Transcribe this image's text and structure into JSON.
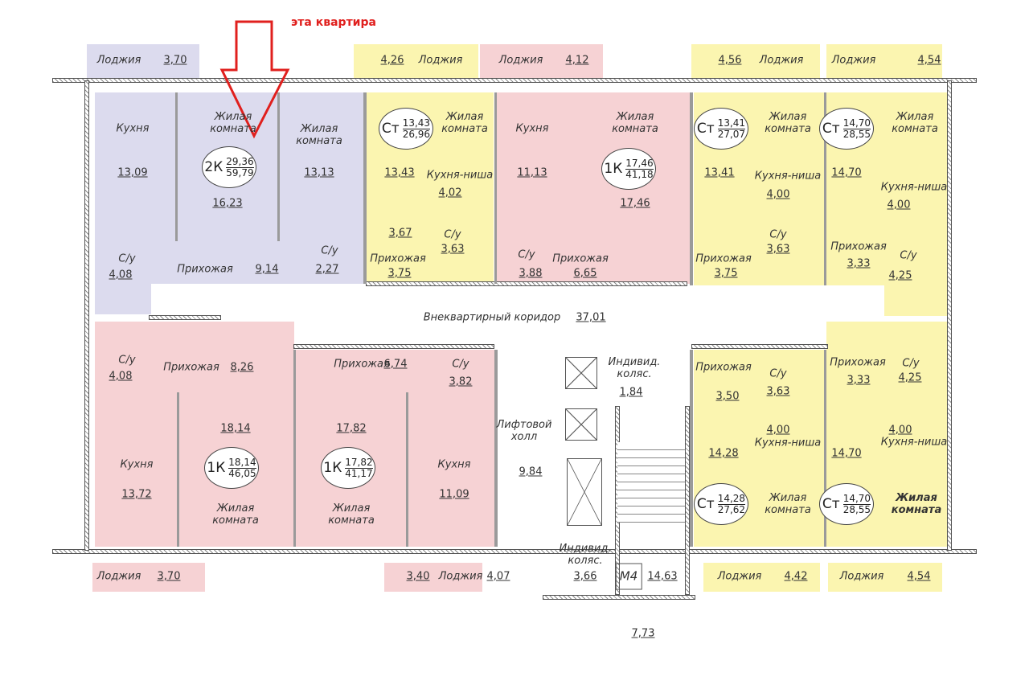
{
  "header": {
    "annotation": "эта квартира"
  },
  "colors": {
    "apt_2k": "#dcdbee",
    "studio": "#fbf5b0",
    "apt_1k": "#f6d2d4",
    "arrow": "#e0201e"
  },
  "apartments": [
    {
      "id": "a2k",
      "badge": {
        "type": "2К",
        "living": "29,36",
        "total": "59,79"
      },
      "texts": [
        "Лоджия",
        "3,70",
        "Кухня",
        "13,09",
        "Жилая\nкомната",
        "16,23",
        "Жилая\nкомната",
        "13,13",
        "С/у",
        "4,08",
        "Прихожая",
        "9,14",
        "С/у",
        "2,27"
      ]
    },
    {
      "id": "st1",
      "badge": {
        "type": "Ст",
        "living": "13,43",
        "total": "26,96"
      },
      "texts": [
        "4,26",
        "Лоджия",
        "Жилая\nкомната",
        "13,43",
        "Кухня-ниша",
        "4,02",
        "3,67",
        "С/у",
        "3,63",
        "Прихожая",
        "3,75"
      ]
    },
    {
      "id": "k1",
      "badge": {
        "type": "1К",
        "living": "17,46",
        "total": "41,18"
      },
      "texts": [
        "Лоджия",
        "4,12",
        "Кухня",
        "11,13",
        "Жилая\nкомната",
        "17,46",
        "С/у",
        "3,88",
        "Прихожая",
        "6,65"
      ]
    },
    {
      "id": "st2",
      "badge": {
        "type": "Ст",
        "living": "13,41",
        "total": "27,07"
      },
      "texts": [
        "4,56",
        "Лоджия",
        "Жилая\nкомната",
        "13,41",
        "Кухня-ниша",
        "4,00",
        "С/у",
        "3,63",
        "Прихожая",
        "3,75"
      ]
    },
    {
      "id": "st3",
      "badge": {
        "type": "Ст",
        "living": "14,70",
        "total": "28,55"
      },
      "texts": [
        "Лоджия",
        "4,54",
        "Жилая\nкомната",
        "14,70",
        "Кухня-ниша",
        "4,00",
        "Прихожая",
        "3,33",
        "С/у",
        "4,25"
      ]
    },
    {
      "id": "k2",
      "badge": {
        "type": "1К",
        "living": "18,14",
        "total": "46,05"
      },
      "texts": [
        "С/у",
        "4,08",
        "Прихожая",
        "8,26",
        "18,14",
        "Кухня",
        "13,72",
        "Жилая\nкомната",
        "Лоджия",
        "3,70"
      ]
    },
    {
      "id": "k3",
      "badge": {
        "type": "1К",
        "living": "17,82",
        "total": "41,17"
      },
      "texts": [
        "Прихожая",
        "6,74",
        "С/у",
        "3,82",
        "17,82",
        "Жилая\nкомната",
        "Кухня",
        "11,09",
        "3,40",
        "Лоджия"
      ]
    },
    {
      "id": "st4",
      "badge": {
        "type": "Ст",
        "living": "14,28",
        "total": "27,62"
      },
      "texts": [
        "Прихожая",
        "3,50",
        "С/у",
        "3,63",
        "4,00",
        "Кухня-ниша",
        "14,28",
        "Жилая\nкомната",
        "Лоджия",
        "4,42"
      ]
    },
    {
      "id": "st5",
      "badge": {
        "type": "Ст",
        "living": "14,70",
        "total": "28,55"
      },
      "texts": [
        "Прихожая",
        "3,33",
        "С/у",
        "4,25",
        "4,00",
        "Кухня-ниша",
        "14,70",
        "Жилая\nкомната",
        "Лоджия",
        "4,54"
      ]
    }
  ],
  "common": {
    "id": "common",
    "texts": [
      "Внеквартирный коридор",
      "37,01",
      "Индивид.\nколяс.",
      "1,84",
      "Лифтовой\nхолл",
      "9,84",
      "Индивид.\nколяс.",
      "3,66",
      "М4",
      "4,07",
      "14,63",
      "7,73"
    ]
  }
}
